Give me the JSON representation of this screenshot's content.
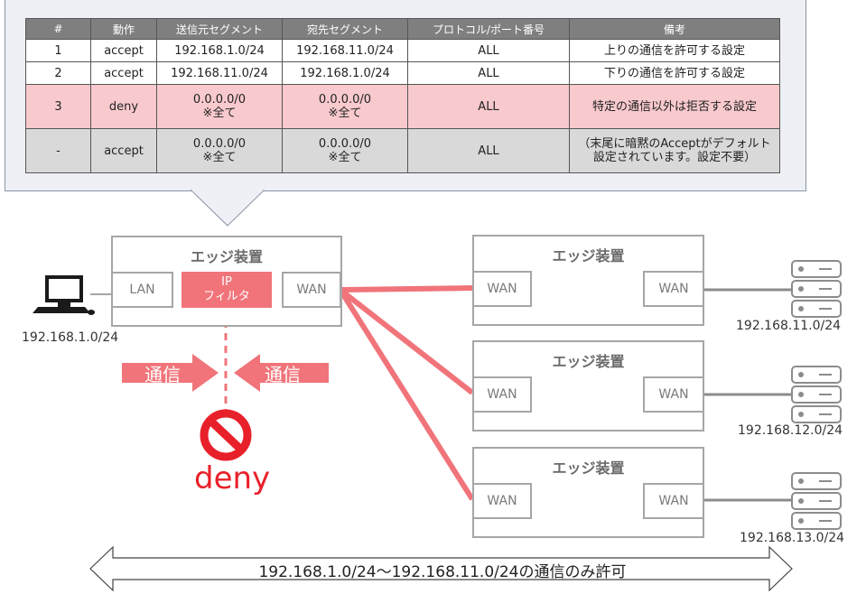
{
  "table": {
    "headers": [
      "#",
      "動作",
      "送信元セグメント",
      "宛先セグメント",
      "プロトコル/ポート番号",
      "備考"
    ],
    "rows": [
      {
        "num": "1",
        "action": "accept",
        "src": "192.168.1.0/24",
        "dst": "192.168.11.0/24",
        "proto": "ALL",
        "note": "上りの通信を許可する設定"
      },
      {
        "num": "2",
        "action": "accept",
        "src": "192.168.11.0/24",
        "dst": "192.168.1.0/24",
        "proto": "ALL",
        "note": "下りの通信を許可する設定"
      },
      {
        "num": "3",
        "action": "deny",
        "src": "0.0.0.0/0",
        "src_sub": "※全て",
        "dst": "0.0.0.0/0",
        "dst_sub": "※全て",
        "proto": "ALL",
        "note": "特定の通信以外は拒否する設定"
      },
      {
        "num": "-",
        "action": "accept",
        "src": "0.0.0.0/0",
        "src_sub": "※全て",
        "dst": "0.0.0.0/0",
        "dst_sub": "※全て",
        "proto": "ALL",
        "note": "（末尾に暗黙のAcceptがデフォルト設定されています。設定不要）"
      }
    ]
  },
  "local": {
    "device_title": "エッジ装置",
    "lan": "LAN",
    "ip_filter_1": "IP",
    "ip_filter_2": "フィルタ",
    "wan": "WAN",
    "subnet": "192.168.1.0/24"
  },
  "remotes": [
    {
      "title": "エッジ装置",
      "wan_left": "WAN",
      "wan_right": "WAN",
      "subnet": "192.168.11.0/24"
    },
    {
      "title": "エッジ装置",
      "wan_left": "WAN",
      "wan_right": "WAN",
      "subnet": "192.168.12.0/24"
    },
    {
      "title": "エッジ装置",
      "wan_left": "WAN",
      "wan_right": "WAN",
      "subnet": "192.168.13.0/24"
    }
  ],
  "traffic_left": "通信",
  "traffic_right": "通信",
  "deny_label": "deny",
  "footer": "192.168.1.0/24～192.168.11.0/24の通信のみ許可",
  "colors": {
    "accent": "#f0747a",
    "deny_red": "#e8202a",
    "device_border": "#a6a6a6"
  }
}
